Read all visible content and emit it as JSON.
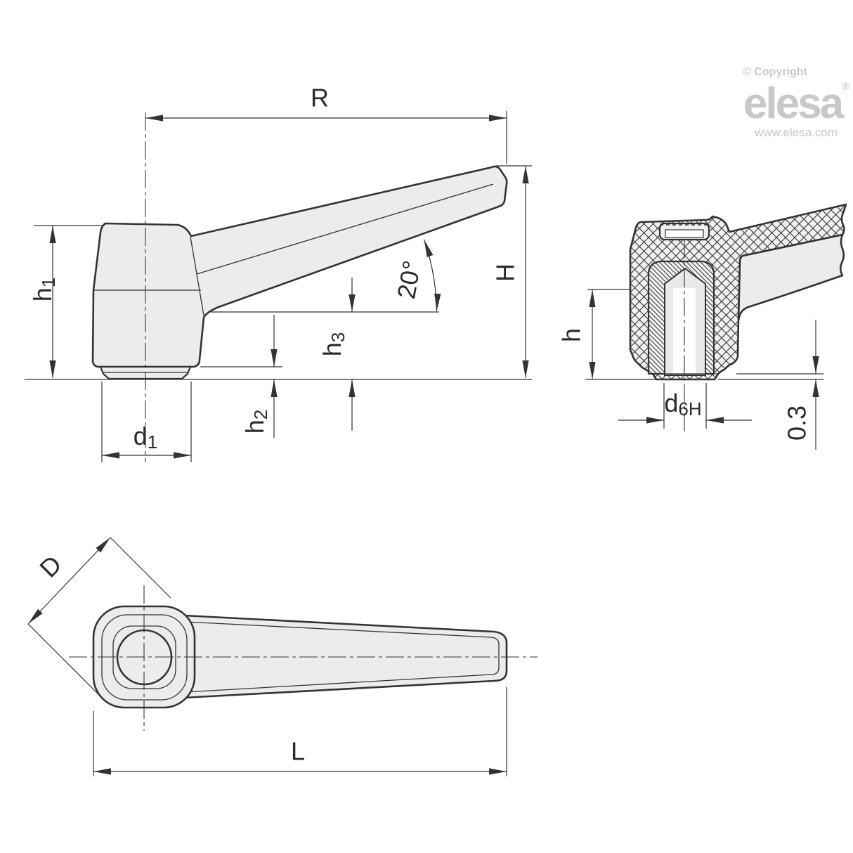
{
  "branding": {
    "copyright": "© Copyright",
    "brand": "elesa",
    "registered": "®",
    "website": "www.elesa.com"
  },
  "labels": {
    "R": "R",
    "H": "H",
    "L": "L",
    "D": "D",
    "h": "h",
    "angle": "20°",
    "protrusion": "0.3",
    "h1": {
      "base": "h",
      "sub": "1"
    },
    "h2": {
      "base": "h",
      "sub": "2"
    },
    "h3": {
      "base": "h",
      "sub": "3"
    },
    "d1": {
      "base": "d",
      "sub": "1"
    },
    "d6H": {
      "base": "d",
      "sub": "6H"
    }
  },
  "colors": {
    "line": "#333333",
    "fill": "#ececec",
    "section": "#f0f0f0",
    "hole": "#e9e9e9",
    "logo": "#c8c8c8",
    "text": "#2b2b2b",
    "background": "#ffffff"
  }
}
